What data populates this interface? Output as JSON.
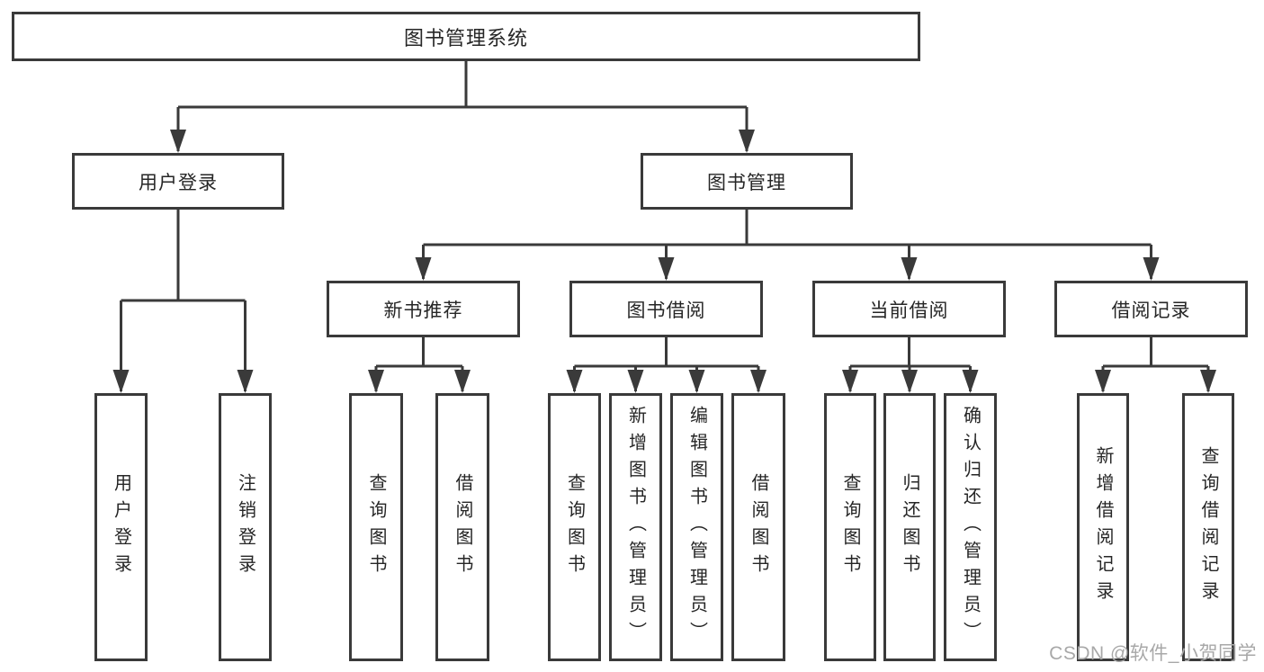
{
  "colors": {
    "background": "#ffffff",
    "line": "#3a3a3a",
    "box_border": "#3a3a3a",
    "box_fill": "#ffffff",
    "text": "#262626",
    "watermark_text": "#a8a8a8"
  },
  "tree": {
    "root": {
      "label": "图书管理系统",
      "children": [
        {
          "label": "用户登录",
          "children": [
            {
              "label": "用户登录"
            },
            {
              "label": "注销登录"
            }
          ]
        },
        {
          "label": "图书管理",
          "children": [
            {
              "label": "新书推荐",
              "children": [
                {
                  "label": "查询图书"
                },
                {
                  "label": "借阅图书"
                }
              ]
            },
            {
              "label": "图书借阅",
              "children": [
                {
                  "label": "查询图书"
                },
                {
                  "label": "新增图书（管理员）"
                },
                {
                  "label": "编辑图书（管理员）"
                },
                {
                  "label": "借阅图书"
                }
              ]
            },
            {
              "label": "当前借阅",
              "children": [
                {
                  "label": "查询图书"
                },
                {
                  "label": "归还图书"
                },
                {
                  "label": "确认归还（管理员）"
                }
              ]
            },
            {
              "label": "借阅记录",
              "children": [
                {
                  "label": "新增借阅记录"
                },
                {
                  "label": "查询借阅记录"
                }
              ]
            }
          ]
        }
      ]
    }
  },
  "watermark": {
    "text": "CSDN @软件_小贺同学"
  }
}
